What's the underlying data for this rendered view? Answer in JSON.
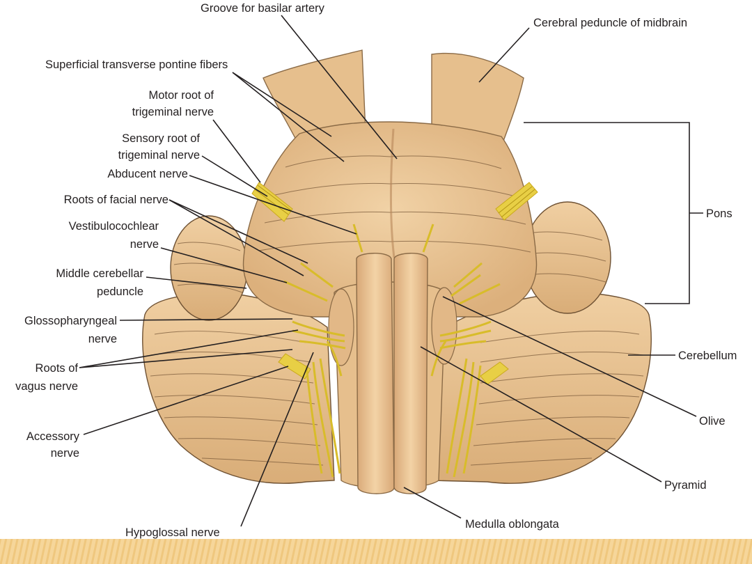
{
  "labels": {
    "groove": "Groove for basilar artery",
    "peduncle_midbrain": "Cerebral peduncle of midbrain",
    "pontine_fibers": "Superficial transverse pontine fibers",
    "motor_root_1": "Motor root of",
    "motor_root_2": "trigeminal nerve",
    "sensory_root_1": "Sensory root of",
    "sensory_root_2": "trigeminal nerve",
    "abducent": "Abducent nerve",
    "facial": "Roots of facial nerve",
    "vestibulo_1": "Vestibulocochlear",
    "vestibulo_2": "nerve",
    "mcp_1": "Middle cerebellar",
    "mcp_2": "peduncle",
    "glosso_1": "Glossopharyngeal",
    "glosso_2": "nerve",
    "vagus_1": "Roots of",
    "vagus_2": "vagus nerve",
    "accessory_1": "Accessory",
    "accessory_2": "nerve",
    "hypoglossal": "Hypoglossal nerve",
    "medulla": "Medulla oblongata",
    "pons": "Pons",
    "cerebellum": "Cerebellum",
    "olive": "Olive",
    "pyramid": "Pyramid"
  },
  "colors": {
    "background": "#ffffff",
    "banner": "#f6d69a",
    "banner_stripe": "#efc77e",
    "nerve": "#e8cf45",
    "brainstem": "#e6bf8d",
    "text": "#231f20"
  }
}
